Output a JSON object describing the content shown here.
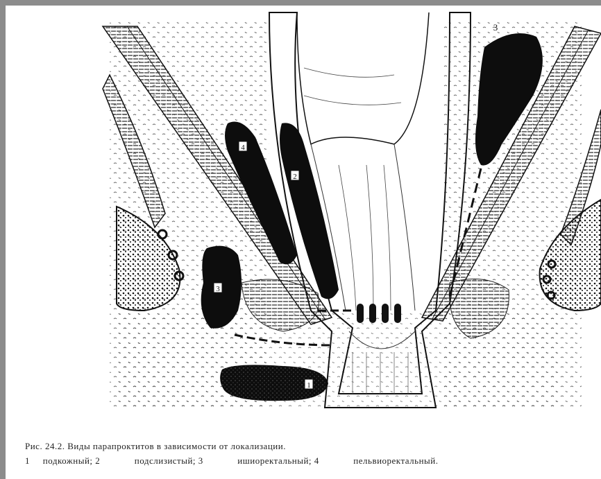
{
  "figure": {
    "caption": "Рис. 24.2. Виды парапроктитов в зависимости от локализации.",
    "legend": {
      "item1_num": "1",
      "item1_text": "подкожный; 2",
      "item2_text": "подслизистый; 3",
      "item3_text": "ишиоректальный; 4",
      "item4_text": "пельвиоректальный."
    },
    "markers": {
      "m1": "1",
      "m2": "2",
      "m3": "3",
      "m4": "4",
      "m3_right": "3"
    }
  },
  "colors": {
    "page_border": "#8c8c8c",
    "abscess_fill": "#0d0d0d",
    "line_art": "#1a1a1a"
  }
}
